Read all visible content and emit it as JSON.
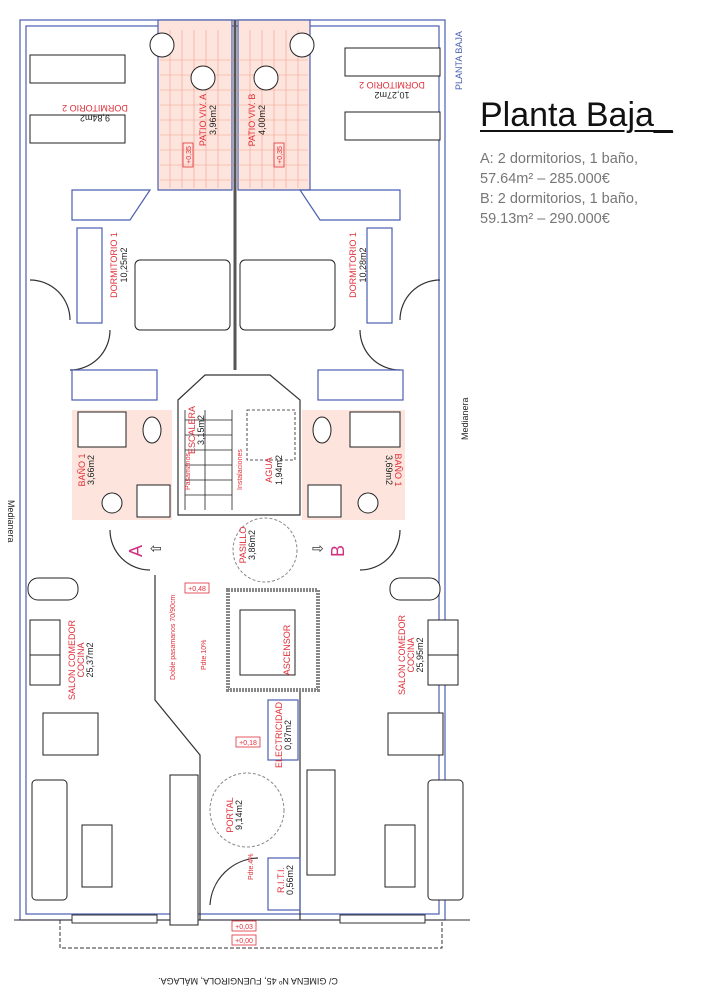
{
  "side_panel": {
    "title": "Planta Baja_",
    "lines": [
      "A: 2 dormitorios, 1 baño,",
      "57.64m² – 285.000€",
      "B: 2 dormitorios, 1 baño,",
      "59.13m² – 290.000€"
    ]
  },
  "plan": {
    "sheet_label": "PLANTA BAJA",
    "medianera_left": "Medianera",
    "medianera_right": "Medianera",
    "street": "C/ GIMENA Nº 45, FUENGIROLA, MÁLAGA.",
    "rooms": {
      "dorm2_a": {
        "name": "DORMITORIO 2",
        "area": "9,84m2"
      },
      "dorm2_b": {
        "name": "DORMITORIO 2",
        "area": "10,27m2"
      },
      "patio_a": {
        "name": "PATIO VIV. A",
        "area": "3,96m2"
      },
      "patio_b": {
        "name": "PATIO VIV. B",
        "area": "4,00m2"
      },
      "dorm1_a": {
        "name": "DORMITORIO 1",
        "area": "10,25m2"
      },
      "dorm1_b": {
        "name": "DORMITORIO 1",
        "area": "10,28m2"
      },
      "escalera": {
        "name": "ESCALERA",
        "area": "3,15m2"
      },
      "agua": {
        "name": "AGUA",
        "area": "1,94m2"
      },
      "bano_a": {
        "name": "BAÑO 1",
        "area": "3,66m2"
      },
      "bano_b": {
        "name": "BAÑO 1",
        "area": "3,69m2"
      },
      "pasillo": {
        "name": "PASILLO",
        "area": "3,86m2"
      },
      "ascensor": {
        "name": "ASCENSOR"
      },
      "salon_a": {
        "name": "SALON COMEDOR",
        "name2": "COCINA",
        "area": "25,37m2"
      },
      "salon_b": {
        "name": "SALON COMEDOR",
        "name2": "COCINA",
        "area": "25,95m2"
      },
      "electricidad": {
        "name": "ELECTRICIDAD",
        "area": "0,87m2"
      },
      "portal": {
        "name": "PORTAL",
        "area": "9,14m2"
      },
      "riti": {
        "name": "R.I.T.I.",
        "area": "0,56m2"
      }
    },
    "unit_a": "A",
    "unit_b": "B",
    "levels": {
      "patio_a": "+0,35",
      "patio_b": "+0,35",
      "rampa_top": "+0,48",
      "rampa_bottom": "+0,18",
      "entrada": "+0,03",
      "calle": "+0,00"
    },
    "notes": {
      "instalaciones": "Instalaciones",
      "pasamanos": "Pasamanos",
      "doble_pasamanos": "Doble pasamanos 70/90cm",
      "pendiente_rampa": "Pdte.10%",
      "pendiente_portal": "Pdte.4%"
    },
    "colors": {
      "walls": "#4a5fb0",
      "labels": "#e0303a",
      "tiles": "#fde4dc"
    }
  }
}
